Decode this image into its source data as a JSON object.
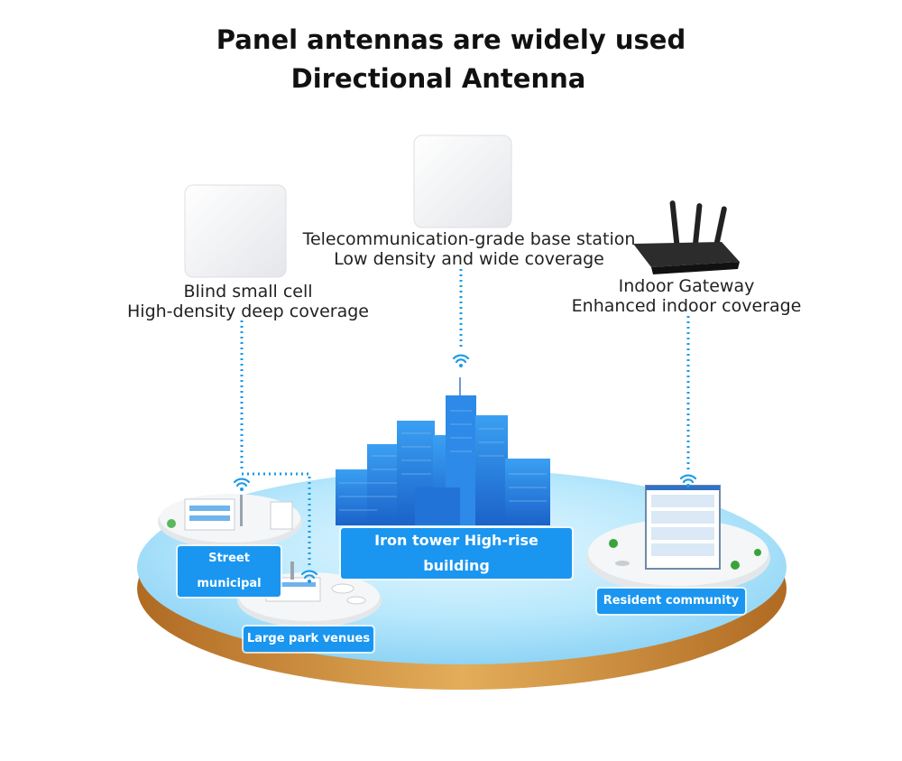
{
  "title_line1": "Panel antennas are widely used",
  "title_line2": "Directional Antenna",
  "devices": {
    "blind": {
      "line1": "Blind small cell",
      "line2": "High-density deep coverage"
    },
    "telecom": {
      "line1": "Telecommunication-grade base station",
      "line2": "Low density and wide coverage"
    },
    "gateway": {
      "line1": "Indoor Gateway",
      "line2": "Enhanced indoor coverage"
    }
  },
  "scenes": {
    "street": "Street municipal",
    "park": "Large park venues",
    "tower": "Iron tower  High-rise building",
    "resident": "Resident community"
  },
  "colors": {
    "accent": "#1a96f0",
    "dotted_line": "#1a9be8",
    "platform_top": "#a9e3fb",
    "platform_rim": "#c98a3a"
  }
}
